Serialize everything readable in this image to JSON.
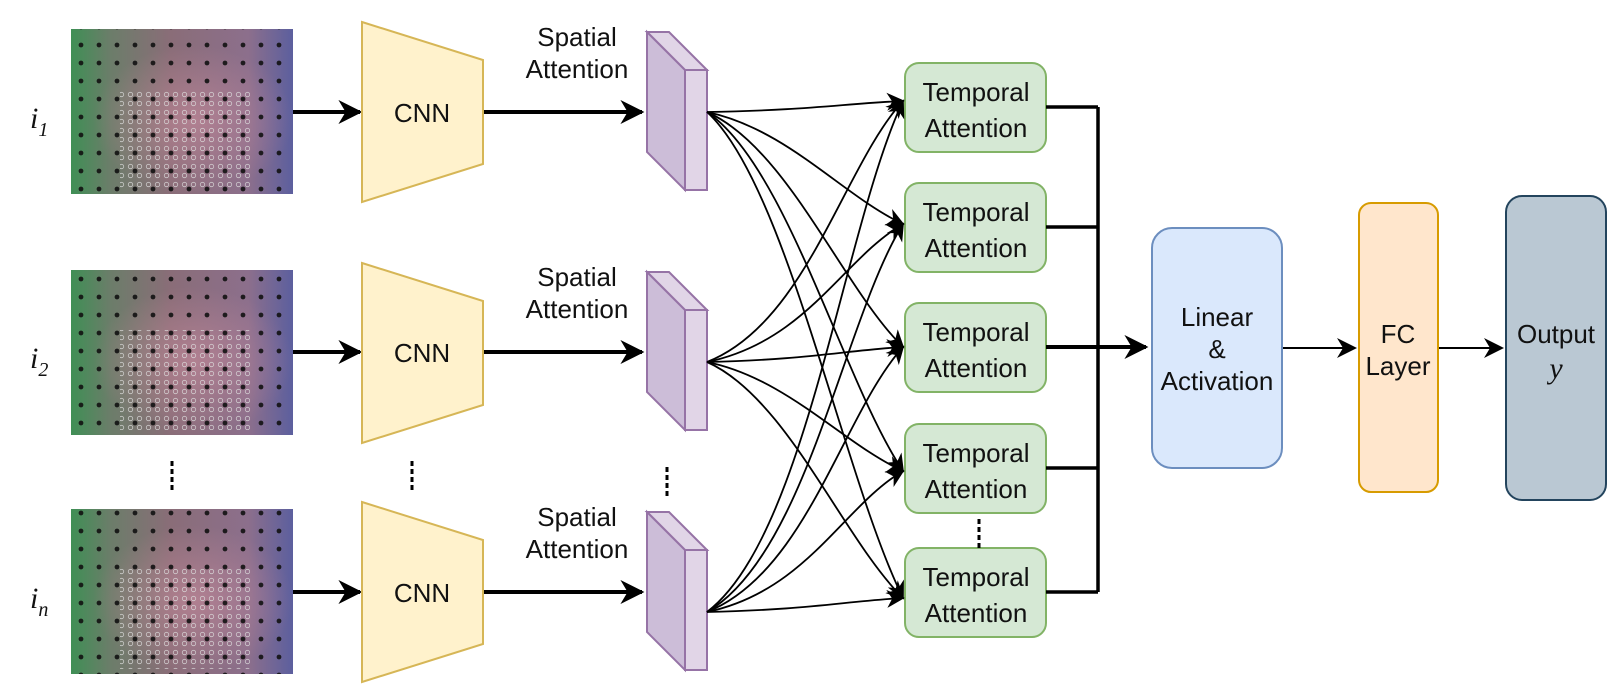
{
  "inputs": [
    {
      "label": "i",
      "sub": "1"
    },
    {
      "label": "i",
      "sub": "2"
    },
    {
      "label": "i",
      "sub": "n"
    }
  ],
  "cnn_label": "CNN",
  "spatial_label": [
    "Spatial",
    "Attention"
  ],
  "temporal_label": [
    "Temporal",
    "Attention"
  ],
  "linear_label": [
    "Linear",
    "&",
    "Activation"
  ],
  "fc_label": [
    "FC",
    "Layer"
  ],
  "output_label": [
    "Output",
    "y"
  ],
  "ellipsis": "⋮",
  "colors": {
    "cnn_fill": "#fff2cc",
    "cnn_stroke": "#d6b656",
    "spatial_fill": "#e1d5e7",
    "spatial_stroke": "#9673a6",
    "temporal_fill": "#d5e8d4",
    "temporal_stroke": "#82b366",
    "linear_fill": "#dae8fc",
    "linear_stroke": "#6c8ebf",
    "fc_fill": "#ffe6cc",
    "fc_stroke": "#d79b00",
    "output_fill": "#bac8d3",
    "output_stroke": "#23445d"
  }
}
